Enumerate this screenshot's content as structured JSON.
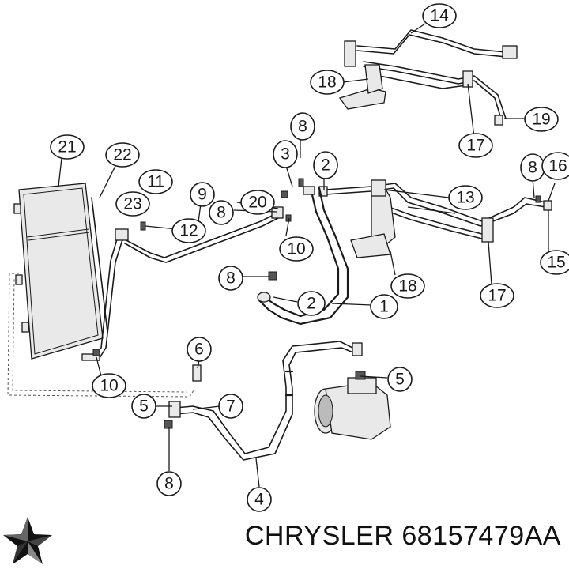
{
  "brand": {
    "name": "CHRYSLER",
    "part_number": "68157479AA"
  },
  "callouts": [
    {
      "id": "c14",
      "label": "14"
    },
    {
      "id": "c18a",
      "label": "18"
    },
    {
      "id": "c19",
      "label": "19"
    },
    {
      "id": "c17a",
      "label": "17"
    },
    {
      "id": "c8a",
      "label": "8"
    },
    {
      "id": "c3",
      "label": "3"
    },
    {
      "id": "c2a",
      "label": "2"
    },
    {
      "id": "c8b",
      "label": "8"
    },
    {
      "id": "c16",
      "label": "16"
    },
    {
      "id": "c13",
      "label": "13"
    },
    {
      "id": "c21",
      "label": "21"
    },
    {
      "id": "c22",
      "label": "22"
    },
    {
      "id": "c11",
      "label": "11"
    },
    {
      "id": "c9",
      "label": "9"
    },
    {
      "id": "c23",
      "label": "23"
    },
    {
      "id": "c20",
      "label": "20"
    },
    {
      "id": "c8c",
      "label": "8"
    },
    {
      "id": "c12",
      "label": "12"
    },
    {
      "id": "c10a",
      "label": "10"
    },
    {
      "id": "c18b",
      "label": "18"
    },
    {
      "id": "c17b",
      "label": "17"
    },
    {
      "id": "c15",
      "label": "15"
    },
    {
      "id": "c8d",
      "label": "8"
    },
    {
      "id": "c2b",
      "label": "2"
    },
    {
      "id": "c1",
      "label": "1"
    },
    {
      "id": "c6",
      "label": "6"
    },
    {
      "id": "c5a",
      "label": "5"
    },
    {
      "id": "c10b",
      "label": "10"
    },
    {
      "id": "c5b",
      "label": "5"
    },
    {
      "id": "c7",
      "label": "7"
    },
    {
      "id": "c8e",
      "label": "8"
    },
    {
      "id": "c4",
      "label": "4"
    }
  ]
}
